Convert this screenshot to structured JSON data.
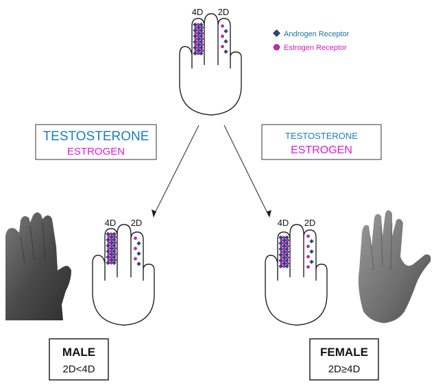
{
  "legend": {
    "androgen": {
      "label": "Androgen Receptor",
      "color": "#1f4e8c"
    },
    "estrogen": {
      "label": "Estrogen Receptor",
      "color": "#e01ad8"
    }
  },
  "digits": {
    "ring": "4D",
    "index": "2D"
  },
  "left_box": {
    "line1": "TESTOSTERONE",
    "line2": "ESTROGEN",
    "line1_color": "#1b7db8",
    "line2_color": "#e01ad8"
  },
  "right_box": {
    "line1": "TESTOSTERONE",
    "line2": "ESTROGEN",
    "line1_color": "#1b7db8",
    "line2_color": "#e01ad8"
  },
  "male": {
    "title": "MALE",
    "ratio": "2D<4D"
  },
  "female": {
    "title": "FEMALE",
    "ratio": "2D≥4D"
  }
}
